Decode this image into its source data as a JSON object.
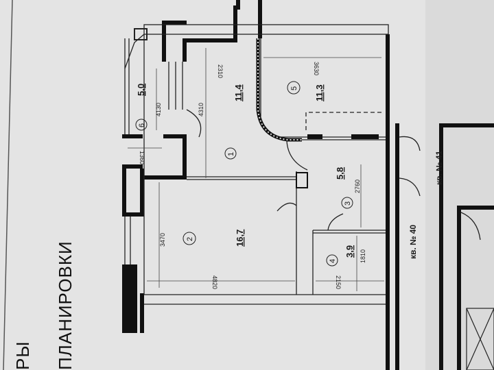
{
  "headings": {
    "line1": "РЫ",
    "line2": "ПЛАНИРОВКИ"
  },
  "rooms": [
    {
      "num": "1",
      "area": "11,4",
      "dim_a": "4310",
      "dim_b": "2310"
    },
    {
      "num": "2",
      "area": "16,7",
      "dim_a": "3470",
      "dim_b": "4820"
    },
    {
      "num": "3",
      "area": "5,8",
      "dim_a": "2760"
    },
    {
      "num": "4",
      "area": "3,9",
      "dim_a": "1810",
      "dim_b": "2150"
    },
    {
      "num": "5",
      "area": "11,3",
      "dim_a": "3630"
    },
    {
      "num": "6",
      "area": "5,0",
      "dim_a": "4130",
      "dim_b": "1360"
    }
  ],
  "apartments": {
    "a40": "кв. № 40",
    "a41": "кв. № 41"
  },
  "colors": {
    "paper": "#e6e6e6",
    "wall": "#111111",
    "line": "#333333"
  }
}
